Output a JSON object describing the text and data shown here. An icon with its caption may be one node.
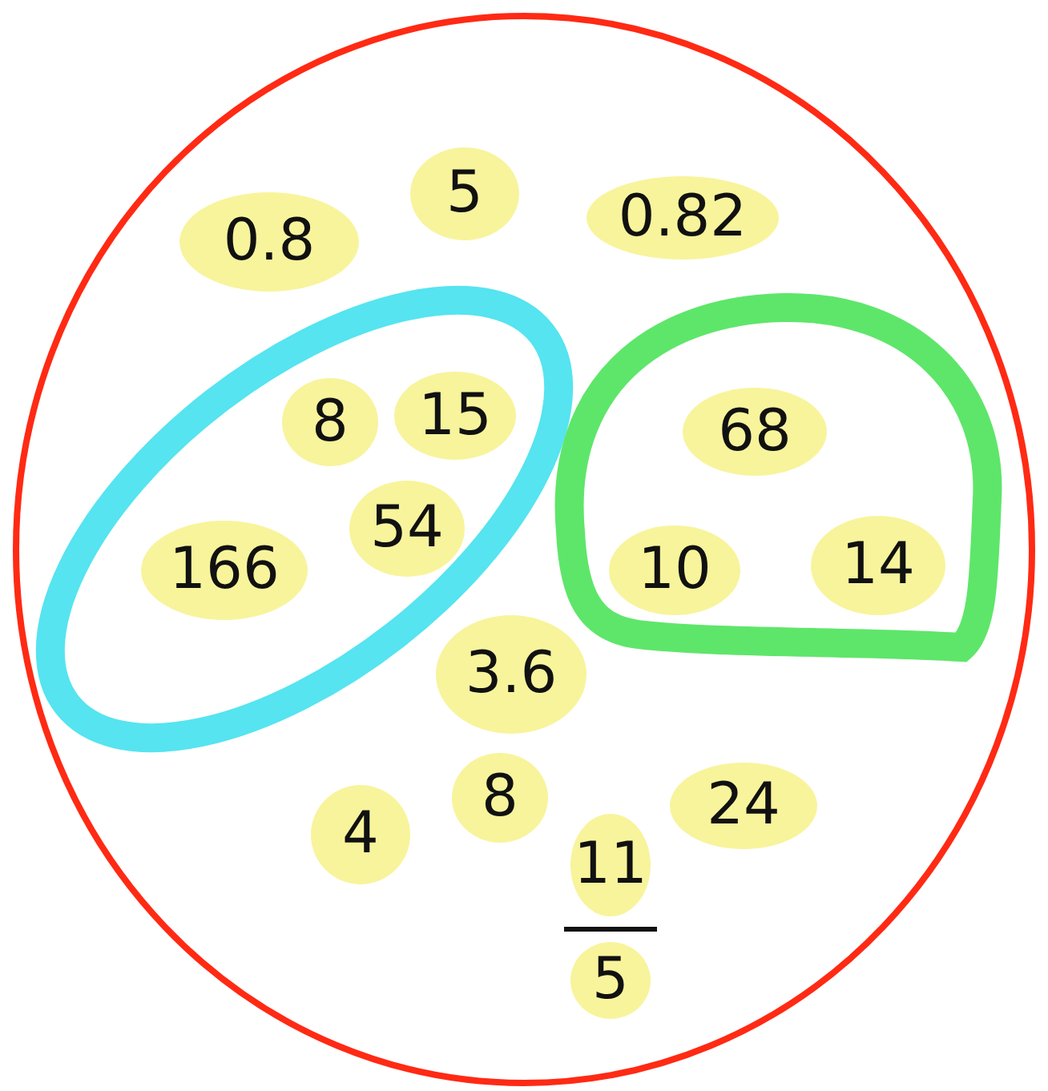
{
  "diagram": {
    "nodes": [
      {
        "text": [],
        "shape": "circle"
      },
      {
        "text": [
          "0.8"
        ],
        "in": 0
      },
      {
        "text": [
          "5"
        ],
        "in": 0
      },
      {
        "text": [
          "0.82"
        ],
        "in": 0
      },
      {
        "text": [],
        "shape": "ellipse",
        "in": 0
      },
      {
        "text": [
          "8"
        ],
        "in": 4
      },
      {
        "text": [
          "15"
        ],
        "in": 4
      },
      {
        "text": [],
        "shape": "dome",
        "in": 0
      },
      {
        "text": [
          "68"
        ],
        "in": 7
      },
      {
        "text": [
          "166"
        ],
        "in": 4
      },
      {
        "text": [
          "54"
        ],
        "in": 4
      },
      {
        "text": [
          "10"
        ],
        "in": 7
      },
      {
        "text": [
          "14"
        ],
        "in": 7
      },
      {
        "text": [
          "3.6"
        ],
        "in": 0
      },
      {
        "text": [
          "4"
        ],
        "in": 0
      },
      {
        "text": [
          "8"
        ],
        "in": 0
      },
      {
        "text": [
          "24"
        ],
        "in": 0
      },
      {
        "text": [
          "11"
        ],
        "in": 0
      },
      {
        "text": [
          "5"
        ],
        "in": 0
      }
    ],
    "edges": []
  }
}
